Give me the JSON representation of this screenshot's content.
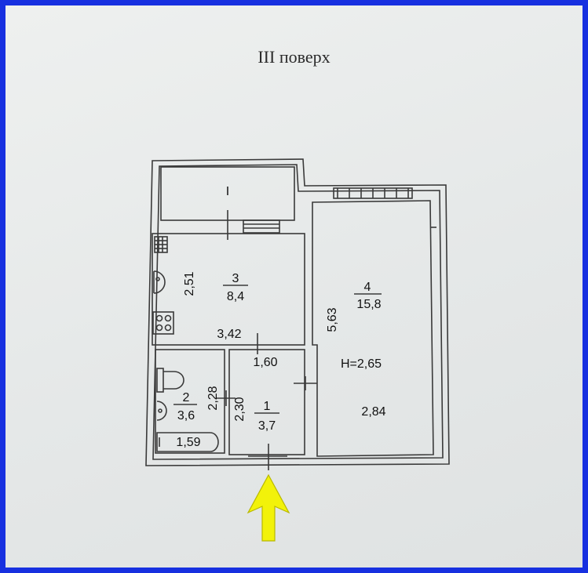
{
  "floor_label": "III поверх",
  "rooms": {
    "balcony": {
      "number": "I"
    },
    "kitchen": {
      "number": "3",
      "area": "8,4",
      "dim_height": "2,51",
      "dim_width": "3,42"
    },
    "living": {
      "number": "4",
      "area": "15,8",
      "dim_height": "5,63",
      "dim_width": "2,84",
      "ceiling": "H=2,65"
    },
    "bathroom": {
      "number": "2",
      "area": "3,6",
      "dim_height": "2,28",
      "dim_width": "1,59"
    },
    "hall": {
      "number": "1",
      "area": "3,7",
      "dim_height": "2,30",
      "dim_width": "1,60"
    }
  },
  "colors": {
    "border": "#1730e0",
    "paper": "#e9ecec",
    "arrow": "#f2f20a"
  },
  "icons": [
    "entrance-arrow-icon",
    "sink-icon",
    "stove-icon",
    "toilet-icon",
    "bathtub-icon",
    "radiator-icon"
  ]
}
